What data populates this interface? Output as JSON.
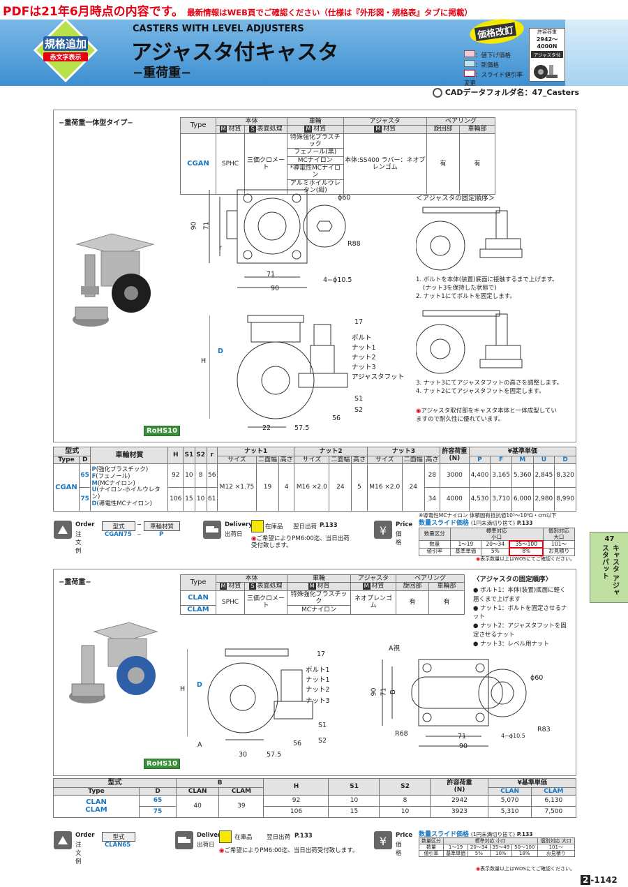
{
  "top": {
    "pdf_notice": "PDFは21年6月時点の内容です。",
    "pdf_notice2": "最新情報はWEB頁でご確認ください（仕様は『外形図・規格表』タブに掲載）"
  },
  "header": {
    "badge_main": "規格追加",
    "badge_sub": "赤文字表示",
    "title_en": "CASTERS WITH LEVEL ADJUSTERS",
    "title_jp": "アジャスタ付キャスタ",
    "subtitle": "−重荷重−",
    "price_badge": "価格改訂",
    "legend": [
      "：値下げ価格",
      "：新価格",
      "：スライド値引率変更"
    ],
    "load_label": "許容荷重",
    "load_range": "2942〜4000N",
    "adjuster_label": "アジャスタ付",
    "cad": "CADデータフォルダ名：47_Casters"
  },
  "section1": {
    "title": "−重荷重一体型タイプ−",
    "spec_headers": {
      "type": "Type",
      "body": "本体",
      "wheel": "車輪",
      "adjuster": "アジャスタ",
      "bearing": "ベアリング",
      "material": "材質",
      "surface": "表面処理",
      "rotation": "旋回部",
      "wheel_part": "車輪部",
      "m": "M",
      "s": "S"
    },
    "spec_row": {
      "type": "CGAN",
      "material": "SPHC",
      "surface": "三価クロメート",
      "wheels": [
        "特殊強化プラスチック",
        "フェノール(黒)",
        "MCナイロン",
        "*導電性MCナイロン",
        "アルミホイルウレタン(紺)"
      ],
      "adjuster": "本体:SS400 ラバー：ネオプレンゴム",
      "rotation": "有",
      "wheel_part": "有"
    },
    "dims": {
      "d90a": "90",
      "d71a": "71",
      "r": "r",
      "d71b": "71",
      "d90b": "90",
      "phi60": "ϕ60",
      "r88": "R88",
      "hole": "4−ϕ10.5",
      "h": "H",
      "d": "D",
      "d17": "17",
      "s1": "S1",
      "s2": "S2",
      "d22": "22",
      "d57": "57.5",
      "d56": "56"
    },
    "parts": [
      "ボルト",
      "ナット1",
      "ナット2",
      "ナット3",
      "アジャスタフット"
    ],
    "procedure_title": "＜アジャスタの固定順序＞",
    "steps1": [
      "1. ボルトを本体(装置)底面に接触するまで上げます。",
      "(ナット3を保持した状態で)",
      "2. ナット1にてボルトを固定します。"
    ],
    "steps2": [
      "3. ナット3にてアジャスタフットの高さを調整します。",
      "4. ナット2にてアジャスタフットを固定します。"
    ],
    "note": "アジャスタ取付部をキャスタ本体と一体成型していますので耐久性に優れています。",
    "rohs": "RoHS10",
    "price_headers": {
      "model": "型式",
      "type": "Type",
      "d": "D",
      "wheel": "車輪材質",
      "h": "H",
      "s1": "S1",
      "s2": "S2",
      "r": "r",
      "nut1": "ナット1",
      "nut2": "ナット2",
      "nut3": "ナット3",
      "size": "サイズ",
      "width": "二面幅",
      "height": "高さ",
      "load": "許容荷重",
      "load_unit": "(N)",
      "price": "¥基準単価",
      "cols": [
        "P",
        "F",
        "M",
        "U",
        "D"
      ]
    },
    "price_type": "CGAN",
    "wheel_codes": [
      {
        "c": "P",
        "n": "(強化プラスチック)"
      },
      {
        "c": "F",
        "n": "(フェノール)"
      },
      {
        "c": "M",
        "n": "(MCナイロン)"
      },
      {
        "c": "U",
        "n": "(ナイロン-ホイルウレタン)"
      },
      {
        "c": "D",
        "n": "(導電性MCナイロン)"
      }
    ],
    "rows": [
      {
        "d": "65",
        "h": "92",
        "s1": "10",
        "s2": "8",
        "r": "56",
        "nut3h": "28",
        "load": "3000",
        "prices": [
          "4,400",
          "3,165",
          "5,360",
          "2,845",
          "8,320"
        ]
      },
      {
        "d": "75",
        "h": "106",
        "s1": "15",
        "s2": "10",
        "r": "61",
        "nut3h": "34",
        "load": "4000",
        "prices": [
          "4,530",
          "3,710",
          "6,000",
          "2,980",
          "8,990"
        ]
      }
    ],
    "nut1": {
      "size": "M12 ×1.75",
      "width": "19",
      "height": "4"
    },
    "nut2": {
      "size": "M16 ×2.0",
      "width": "24",
      "height": "5"
    },
    "nut3": {
      "size": "M16 ×2.0",
      "width": "24"
    },
    "footnote": "※導電性MCナイロン 体積固有抵抗値10⁵〜10⁸Ω・cm以下",
    "order": {
      "label": "Order",
      "label_jp": "注文例",
      "model_h": "型式",
      "wheel_h": "車輪材質",
      "model": "CGAN75",
      "dash": "−",
      "wheel": "P"
    },
    "delivery": {
      "label": "Delivery",
      "label_jp": "出荷日",
      "stock": "在庫品",
      "next": "翌日出荷",
      "page": "P.133",
      "note": "ご希望によりPM6:00迄、当日出荷受付致します。"
    },
    "price_info": {
      "label": "Price",
      "label_jp": "価格",
      "title": "数量スライド価格",
      "sub": "(1円未満切り捨て)",
      "page": "P.133",
      "std": "標準対応",
      "small": "小口",
      "ind": "個別対応",
      "large": "大口",
      "qty": "数量",
      "rate": "値引率",
      "cat": "数量区分",
      "q": [
        "1〜19",
        "20〜34",
        "35〜100",
        "101〜"
      ],
      "r": [
        "基準単価",
        "5%",
        "8%",
        "お見積り"
      ],
      "note": "表示数量以上はWOSにてご確認ください。"
    }
  },
  "section2": {
    "title": "−重荷重−",
    "spec_row": {
      "types": [
        "CLAN",
        "CLAM"
      ],
      "material": "SPHC",
      "surface": "三価クロメート",
      "wheels": [
        "特殊強化プラスチック",
        "MCナイロン"
      ],
      "adjuster": "ネオプレンゴム",
      "rotation": "有",
      "wheel_part": "有"
    },
    "procedure_title": "〈アジャスタの固定順序〉",
    "steps": [
      "ボルト1：本体(装置)底面に軽く届くまで上げます",
      "ナット1：ボルトを固定させるナット",
      "ナット2：アジャスタフットを固定させるナット",
      "ナット3：レベル用ナット"
    ],
    "dims": {
      "d17": "17",
      "h": "H",
      "d": "D",
      "s1": "S1",
      "s2": "S2",
      "a": "A",
      "d30": "30",
      "d57": "57.5",
      "d56": "56",
      "view": "A視",
      "d90": "90",
      "d71": "71",
      "b": "B",
      "phi60": "ϕ60",
      "r68": "R68",
      "r83": "R83",
      "d71b": "71",
      "d90b": "90",
      "hole": "4−ϕ10.5"
    },
    "parts": [
      "ボルト1",
      "ナット1",
      "ナット2",
      "ナット3"
    ],
    "rohs": "RoHS10",
    "price_headers": {
      "model": "型式",
      "type": "Type",
      "d": "D",
      "b": "B",
      "clan": "CLAN",
      "clam": "CLAM",
      "h": "H",
      "s1": "S1",
      "s2": "S2",
      "load": "許容荷重",
      "load_unit": "(N)",
      "price": "¥基準単価"
    },
    "rows": [
      {
        "d": "65",
        "b1": "40",
        "b2": "39",
        "h": "92",
        "s1": "10",
        "s2": "8",
        "load": "2942",
        "p1": "5,070",
        "p2": "6,130"
      },
      {
        "d": "75",
        "h": "106",
        "s1": "15",
        "s2": "10",
        "load": "3923",
        "p1": "5,310",
        "p2": "7,500"
      }
    ],
    "order": {
      "label": "Order",
      "label_jp": "注文例",
      "model_h": "型式",
      "model": "CLAN65"
    },
    "delivery": {
      "label": "Delivery",
      "label_jp": "出荷日",
      "stock": "在庫品",
      "next": "翌日出荷",
      "page": "P.133",
      "note": "ご希望によりPM6:00迄、当日出荷受付致します。"
    },
    "price_info": {
      "label": "Price",
      "label_jp": "価格",
      "title": "数量スライド価格",
      "sub": "(1円未満切り捨て)",
      "page": "P.133",
      "std": "標準対応",
      "small": "小口",
      "ind": "個別対応",
      "large": "大口",
      "qty": "数量",
      "rate": "値引率",
      "cat": "数量区分",
      "q": [
        "1〜19",
        "20〜34",
        "35〜49",
        "50〜100",
        "101〜"
      ],
      "r": [
        "基準単価",
        "5%",
        "10%",
        "18%",
        "お見積り"
      ],
      "note": "表示数量以上はWOSにてご確認ください。"
    }
  },
  "side_tab": {
    "num": "47",
    "text": "キャスタ アジャスタパット"
  },
  "page_num": {
    "chapter": "2",
    "page": "-1142"
  }
}
